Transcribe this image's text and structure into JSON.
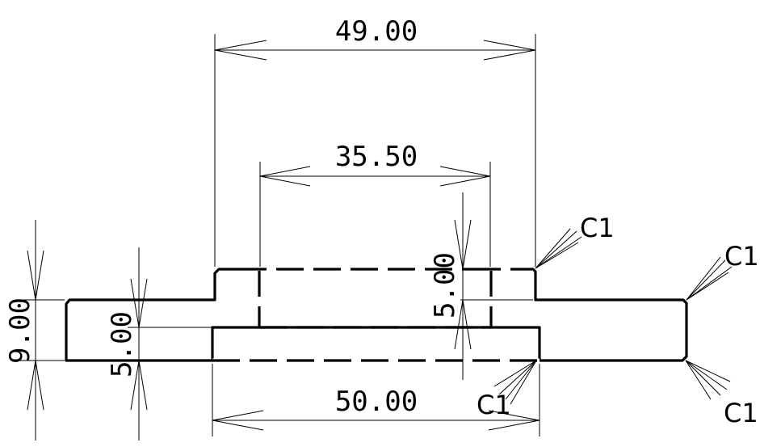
{
  "dimensions": {
    "top_width": "49.00",
    "inner_width": "35.50",
    "bottom_width": "50.00",
    "left_height": "9.00",
    "left_inner_height": "5.00",
    "right_inner_height": "5.00"
  },
  "chamfers": {
    "top_right_step": "C1",
    "right_end_top": "C1",
    "bottom_right_step": "C1",
    "right_end_bottom": "C1"
  }
}
